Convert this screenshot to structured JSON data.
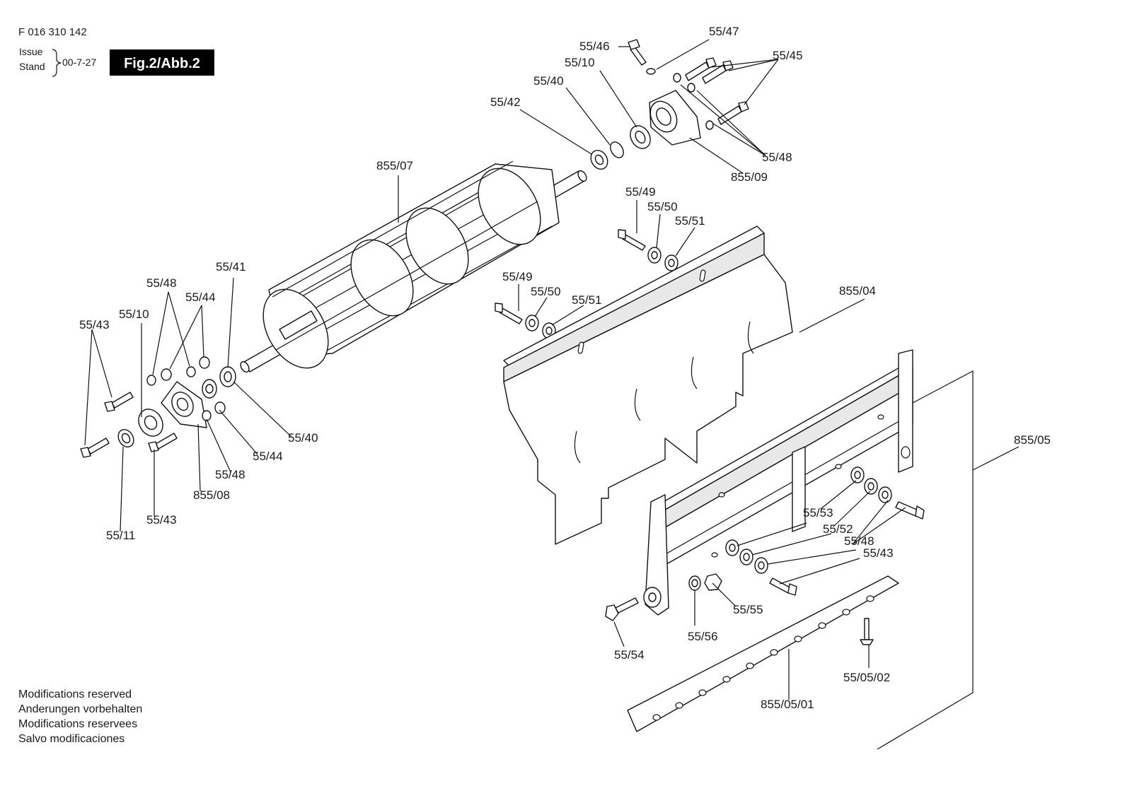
{
  "header": {
    "doc_number": "F 016 310 142",
    "issue_label": "Issue",
    "stand_label": "Stand",
    "date": "00-7-27",
    "figure": "Fig.2/Abb.2"
  },
  "footer": [
    "Modifications reserved",
    "Anderungen vorbehalten",
    "Modifications reservees",
    "Salvo modificaciones"
  ],
  "labels": {
    "l5546": "55/46",
    "l5547": "55/47",
    "l5545": "55/45",
    "l5510a": "55/10",
    "l5540a": "55/40",
    "l5542": "55/42",
    "l5548a": "55/48",
    "l85509": "855/09",
    "l85507": "855/07",
    "l5549a": "55/49",
    "l5550a": "55/50",
    "l5551a": "55/51",
    "l5541": "55/41",
    "l5548b": "55/48",
    "l5544a": "55/44",
    "l5510b": "55/10",
    "l5543a": "55/43",
    "l5549b": "55/49",
    "l5550b": "55/50",
    "l5551b": "55/51",
    "l85504": "855/04",
    "l85505": "855/05",
    "l5540b": "55/40",
    "l5544b": "55/44",
    "l5548c": "55/48",
    "l85508": "855/08",
    "l5543b": "55/43",
    "l5511": "55/11",
    "l5553": "55/53",
    "l5552": "55/52",
    "l5548d": "55/48",
    "l5543c": "55/43",
    "l5555": "55/55",
    "l5556": "55/56",
    "l5554": "55/54",
    "l550502": "55/05/02",
    "l8550501": "855/05/01"
  }
}
